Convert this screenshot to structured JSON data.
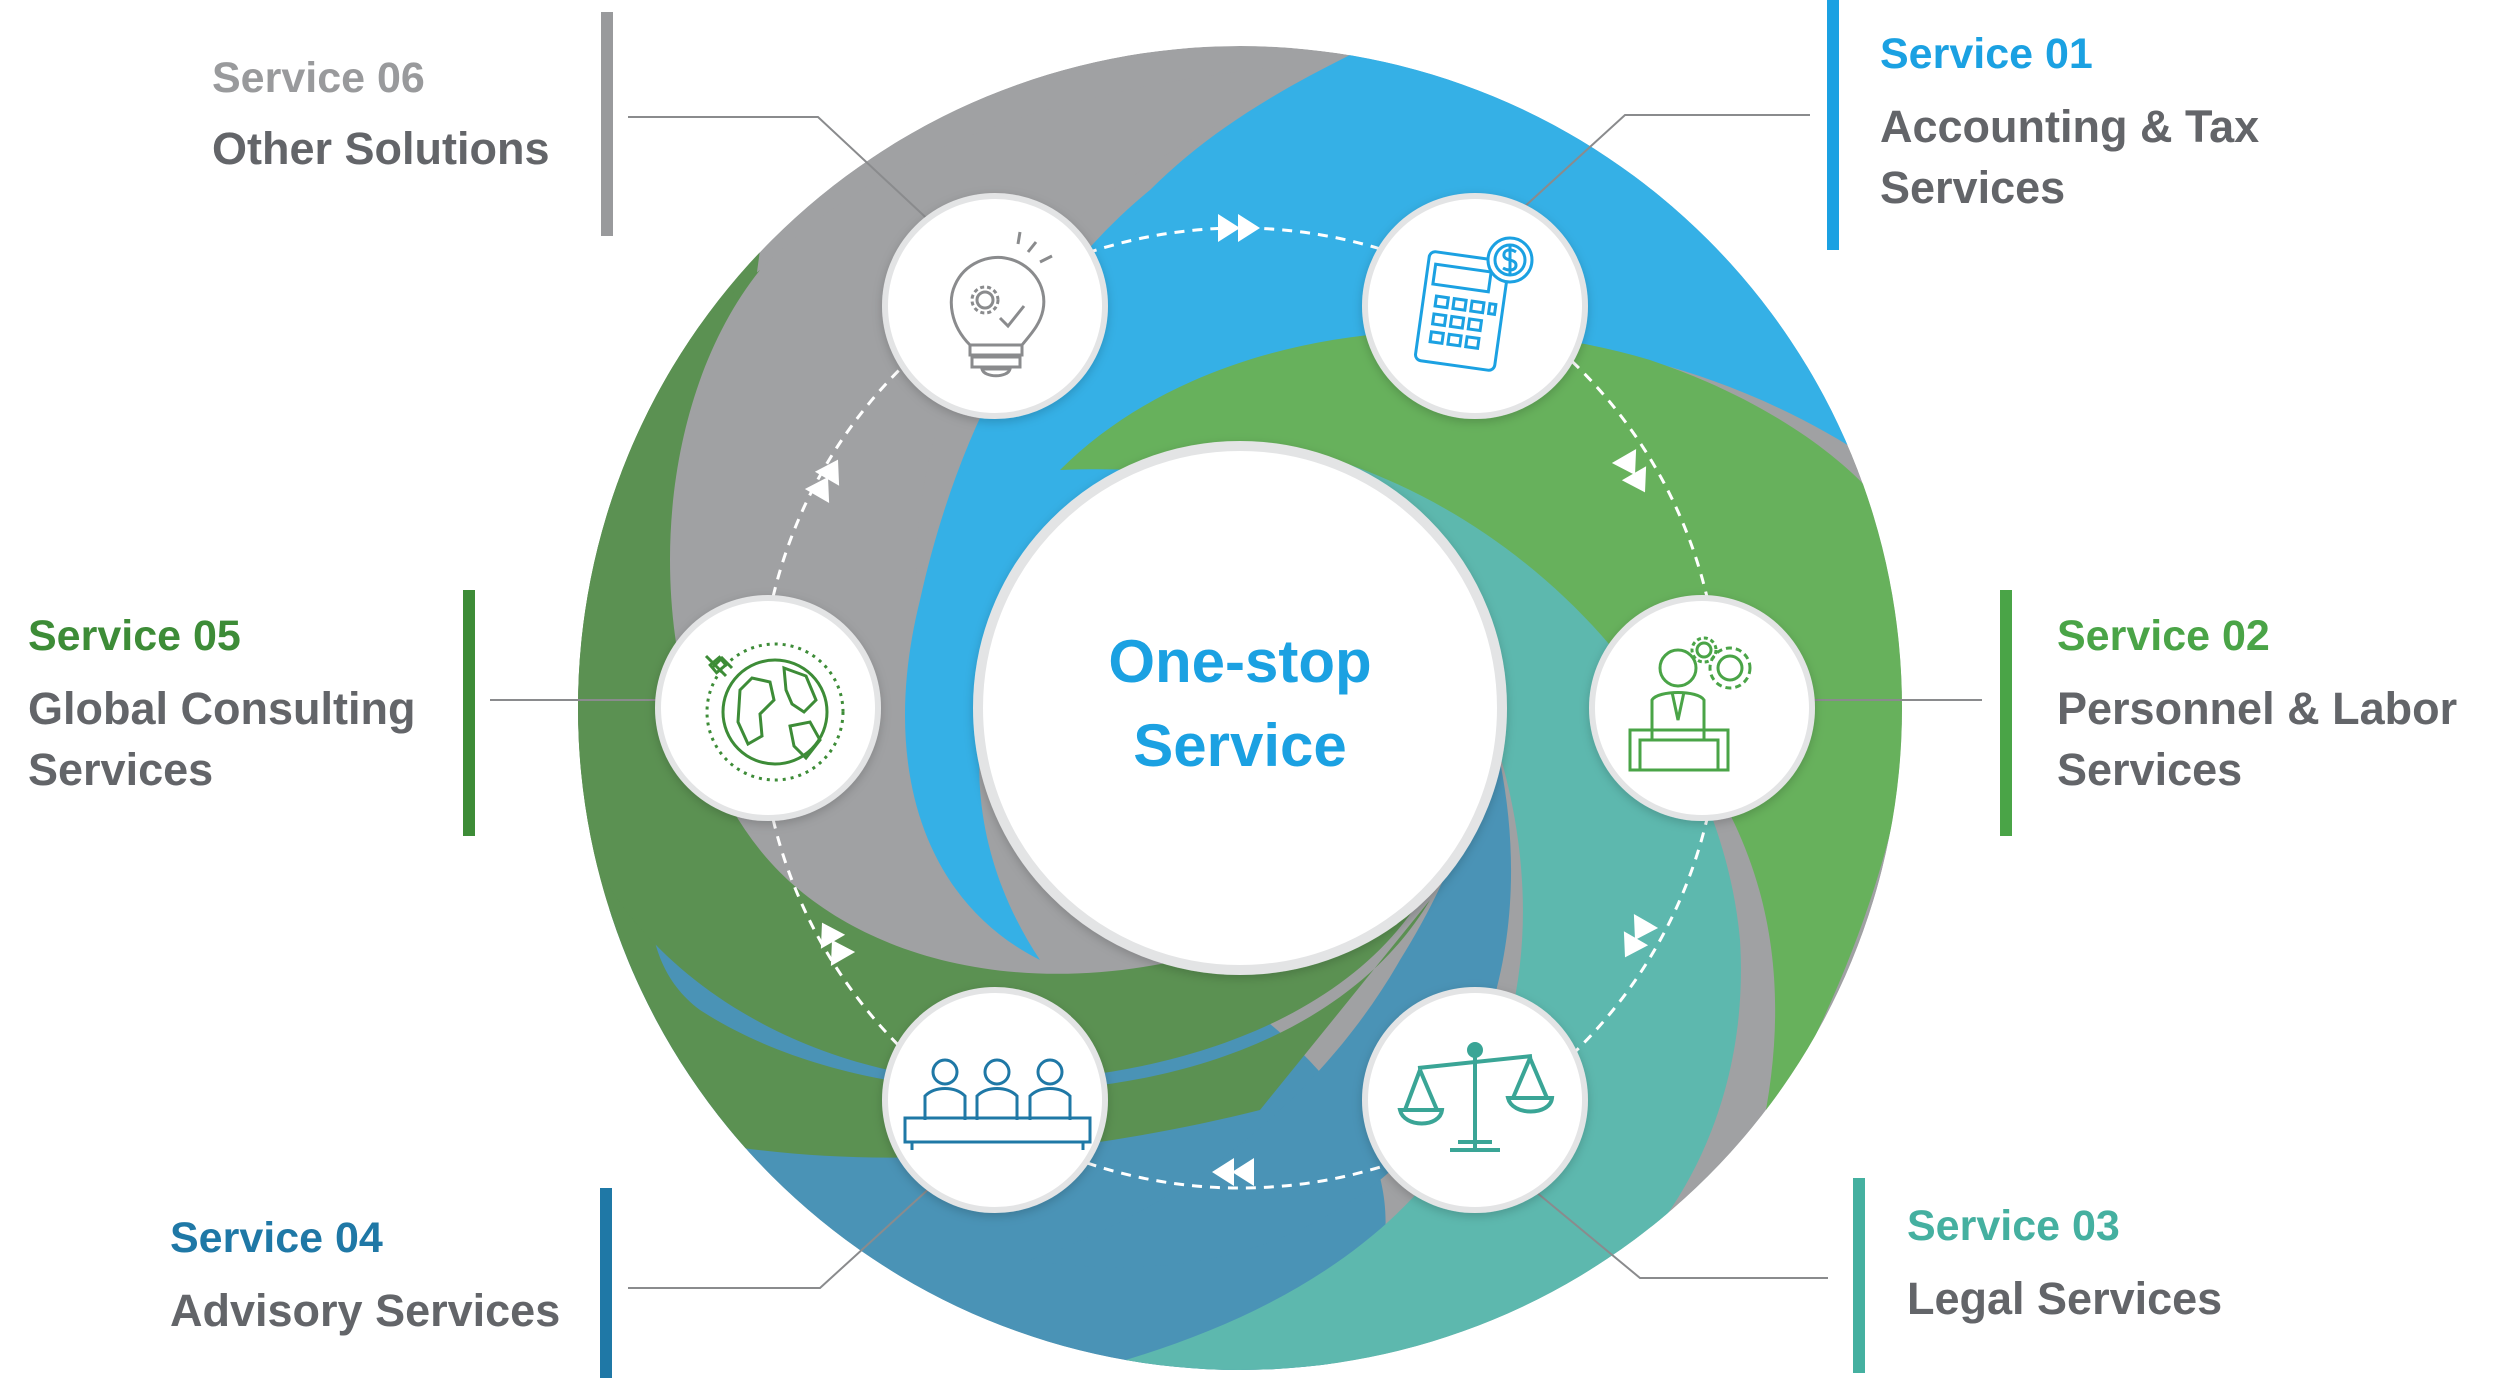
{
  "center": {
    "line1": "One-stop",
    "line2": "Service"
  },
  "services": [
    {
      "number": "Service 01",
      "name_line1": "Accounting & Tax",
      "name_line2": "Services",
      "icon": "calculator-dollar-icon",
      "color": "#1ba1e2"
    },
    {
      "number": "Service 02",
      "name_line1": "Personnel & Labor",
      "name_line2": "Services",
      "icon": "worker-gears-icon",
      "color": "#4aa447"
    },
    {
      "number": "Service 03",
      "name_line1": "Legal Services",
      "name_line2": "",
      "icon": "scales-of-justice-icon",
      "color": "#45b0a0"
    },
    {
      "number": "Service 04",
      "name_line1": "Advisory Services",
      "name_line2": "",
      "icon": "advisory-team-icon",
      "color": "#1f78a6"
    },
    {
      "number": "Service 05",
      "name_line1": "Global Consulting",
      "name_line2": "Services",
      "icon": "globe-satellite-icon",
      "color": "#3d8c37"
    },
    {
      "number": "Service 06",
      "name_line1": "Other Solutions",
      "name_line2": "",
      "icon": "lightbulb-gear-icon",
      "color": "#999a9c"
    }
  ],
  "colors": {
    "blue": "#35b0e6",
    "green": "#67b15c",
    "teal": "#5db8ae",
    "steel_blue": "#4a93b6",
    "dark_green": "#5b9152",
    "gray": "#a0a1a3",
    "center_text": "#1ba1e2",
    "label_text": "#636569"
  }
}
